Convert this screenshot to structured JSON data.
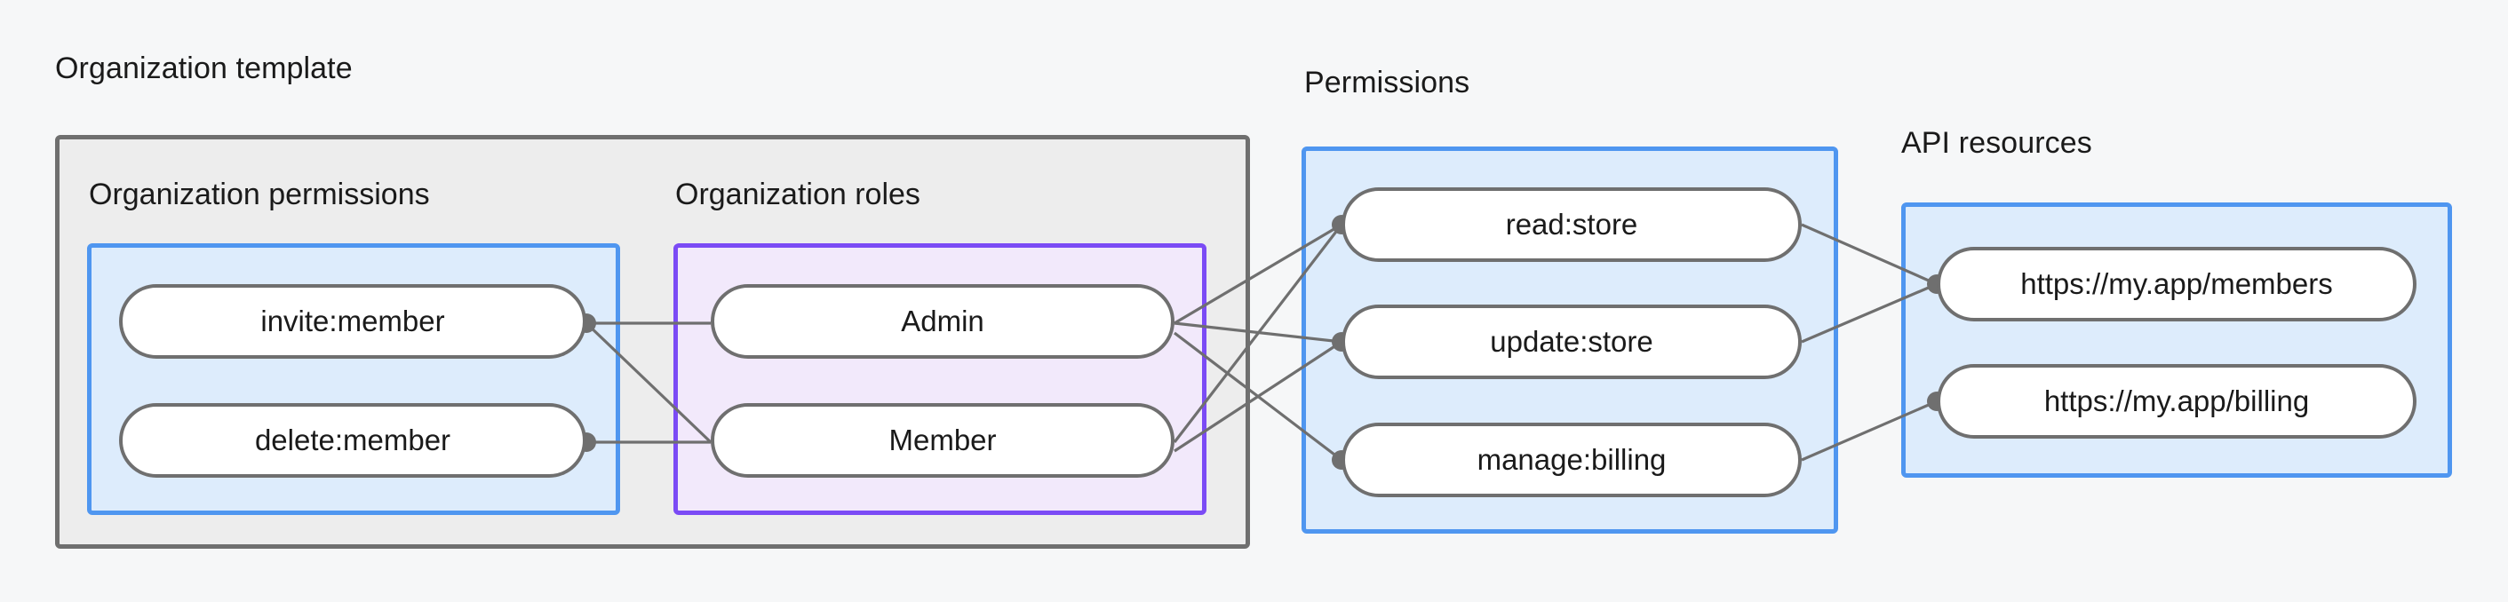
{
  "diagram": {
    "title_groups": [
      {
        "id": "org-template",
        "label": "Organization template"
      },
      {
        "id": "permissions",
        "label": "Permissions"
      },
      {
        "id": "api-resources",
        "label": "API resources"
      }
    ],
    "subgroups": [
      {
        "id": "org-permissions",
        "label": "Organization permissions"
      },
      {
        "id": "org-roles",
        "label": "Organization roles"
      }
    ],
    "nodes": {
      "org_permissions": [
        {
          "id": "invite-member",
          "label": "invite:member"
        },
        {
          "id": "delete-member",
          "label": "delete:member"
        }
      ],
      "org_roles": [
        {
          "id": "admin",
          "label": "Admin"
        },
        {
          "id": "member",
          "label": "Member"
        }
      ],
      "permissions": [
        {
          "id": "read-store",
          "label": "read:store"
        },
        {
          "id": "update-store",
          "label": "update:store"
        },
        {
          "id": "manage-billing",
          "label": "manage:billing"
        }
      ],
      "api_resources": [
        {
          "id": "url-members",
          "label": "https://my.app/members"
        },
        {
          "id": "url-billing",
          "label": "https://my.app/billing"
        }
      ]
    },
    "edges": [
      {
        "from": "invite-member",
        "to": "admin"
      },
      {
        "from": "invite-member",
        "to": "member"
      },
      {
        "from": "delete-member",
        "to": "member"
      },
      {
        "from": "admin",
        "to": "read-store"
      },
      {
        "from": "admin",
        "to": "update-store"
      },
      {
        "from": "admin",
        "to": "manage-billing"
      },
      {
        "from": "member",
        "to": "read-store"
      },
      {
        "from": "member",
        "to": "update-store"
      },
      {
        "from": "read-store",
        "to": "url-members"
      },
      {
        "from": "update-store",
        "to": "url-members"
      },
      {
        "from": "manage-billing",
        "to": "url-billing"
      }
    ],
    "colors": {
      "background": "#f6f7f8",
      "outer_panel_border": "#6f6f6f",
      "outer_panel_fill": "#ededed",
      "blue_panel_border": "#4f96f0",
      "blue_panel_fill": "#ddecfc",
      "purple_panel_border": "#7b4bf5",
      "purple_panel_fill": "#f2e9fb",
      "node_border": "#6f6f6f",
      "node_fill": "#ffffff",
      "edge": "#6f6f6f",
      "text": "#1a1a1a"
    }
  }
}
